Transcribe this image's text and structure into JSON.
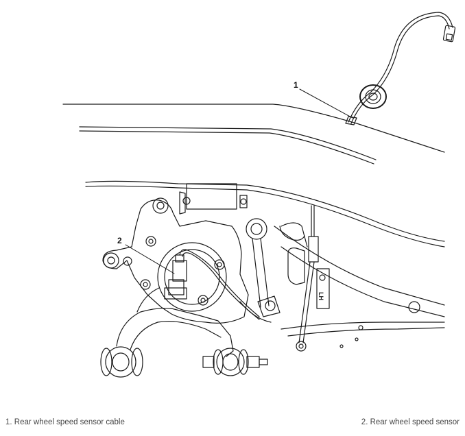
{
  "callouts": [
    {
      "number": "1",
      "label": "1. Rear wheel speed sensor cable"
    },
    {
      "number": "2",
      "label": "2. Rear wheel speed sensor"
    }
  ],
  "bracket_marking": "LH",
  "line_color": "#1a1a1a"
}
